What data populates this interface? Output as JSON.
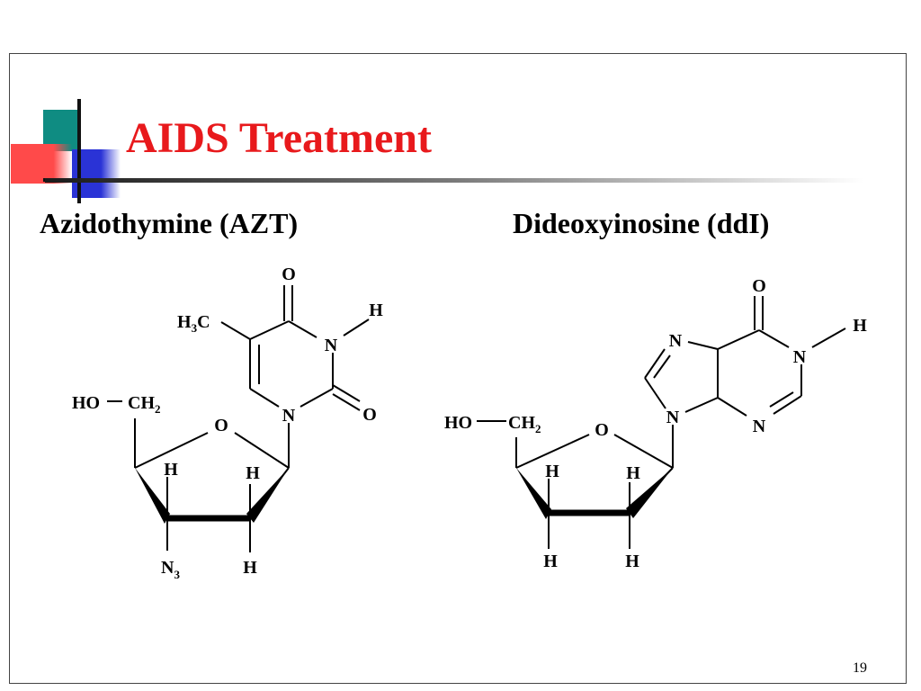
{
  "slide": {
    "title": "AIDS Treatment",
    "page_number": "19",
    "colors": {
      "title": "#e8191c",
      "accent_teal": "#0f8c82",
      "accent_blue": "#2a33d6",
      "accent_red": "#ff4a4a",
      "text": "#000000"
    }
  },
  "azt": {
    "name": "Azidothymine (AZT)",
    "labels": {
      "o_top": "O",
      "h_nh": "H",
      "h3c": "H",
      "h3c_sub": "3",
      "h3c_c": "C",
      "n3": "N",
      "n1": "N",
      "o_right": "O",
      "ho": "HO",
      "ch2": "CH",
      "ch2_sub": "2",
      "ring_o": "O",
      "h_c3_up": "H",
      "h_c2_up": "H",
      "azide": "N",
      "azide_sub": "3",
      "h_c2_down": "H"
    }
  },
  "ddi": {
    "name": "Dideoxyinosine (ddI)",
    "labels": {
      "o_top": "O",
      "h_nh": "H",
      "n7": "N",
      "n1": "N",
      "n9": "N",
      "n3": "N",
      "ho": "HO",
      "ch2": "CH",
      "ch2_sub": "2",
      "ring_o": "O",
      "h_c3_up": "H",
      "h_c2_up": "H",
      "h_c3_down": "H",
      "h_c2_down": "H"
    }
  }
}
